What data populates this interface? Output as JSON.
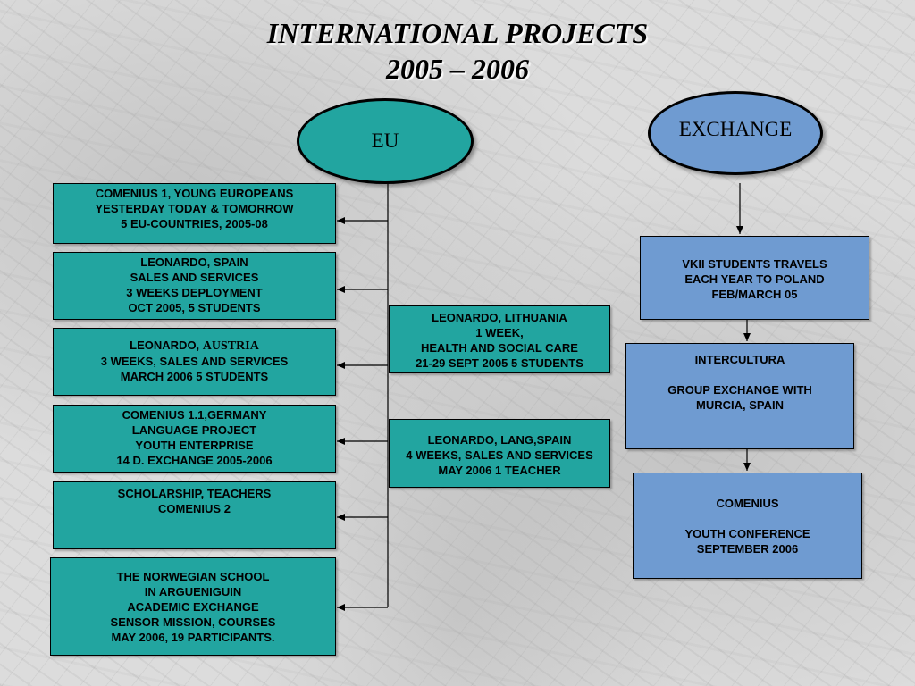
{
  "title": {
    "line1": "INTERNATIONAL PROJECTS",
    "line2": "2005 – 2006"
  },
  "eu": {
    "label": "EU",
    "boxes": [
      "COMENIUS 1, YOUNG EUROPEANS\nYESTERDAY TODAY & TOMORROW\n5 EU-COUNTRIES, 2005-08",
      "LEONARDO, SPAIN\nSALES AND SERVICES\n3 WEEKS DEPLOYMENT\nOCT 2005, 5 STUDENTS",
      {
        "prefix": "LEONARDO, ",
        "country": "AUSTRIA",
        "rest": "3 WEEKS, SALES AND SERVICES\nMARCH 2006 5 STUDENTS"
      },
      "COMENIUS 1.1,GERMANY\nLANGUAGE PROJECT\nYOUTH ENTERPRISE\n14 D. EXCHANGE 2005-2006",
      "SCHOLARSHIP, TEACHERS\nCOMENIUS 2",
      "THE NORWEGIAN SCHOOL\nIN ARGUENIGUIN\nACADEMIC EXCHANGE\nSENSOR MISSION, COURSES\nMAY 2006, 19 PARTICIPANTS."
    ],
    "side_boxes": [
      "LEONARDO, LITHUANIA\n1 WEEK,\nHEALTH AND SOCIAL CARE\n21-29 SEPT 2005 5 STUDENTS",
      "LEONARDO, LANG,SPAIN\n4 WEEKS, SALES AND SERVICES\nMAY 2006 1 TEACHER"
    ]
  },
  "exchange": {
    "label": "EXCHANGE",
    "boxes": [
      "VKII STUDENTS TRAVELS\nEACH YEAR TO POLAND\nFEB/MARCH 05",
      "INTERCULTURA\n\nGROUP EXCHANGE WITH\nMURCIA, SPAIN",
      "COMENIUS\n\nYOUTH CONFERENCE\nSEPTEMBER 2006"
    ]
  },
  "colors": {
    "eu_fill": "#22a5a0",
    "exchange_fill": "#6f9bd1",
    "line": "#000000"
  }
}
